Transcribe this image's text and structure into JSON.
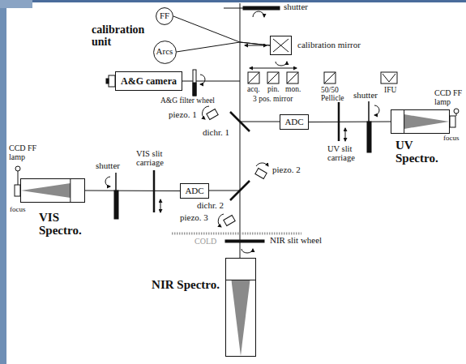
{
  "diagram": {
    "nodes": [
      {
        "text": [
          "FF"
        ]
      },
      {
        "text": [
          "Arcs"
        ]
      },
      {
        "text": [
          "calibration mirror"
        ]
      },
      {
        "text": [
          "A&G camera"
        ]
      },
      {
        "text": [
          "ADC"
        ]
      },
      {
        "text": [
          "UV Spectro."
        ]
      },
      {
        "text": [
          "ADC"
        ]
      },
      {
        "text": [
          "VIS Spectro."
        ]
      },
      {
        "text": [
          "NIR Spectro."
        ]
      }
    ],
    "edges": [
      {
        "from": 0,
        "to": 2,
        "arrow": "none"
      },
      {
        "from": 1,
        "to": 2,
        "arrow": "none"
      },
      {
        "from": 4,
        "to": 5,
        "arrow": "none"
      },
      {
        "from": 6,
        "to": 7,
        "arrow": "none"
      }
    ],
    "labels": [
      "shutter",
      "calibration unit",
      "A&G filter wheel",
      "acq.",
      "pin.",
      "mon.",
      "3 pos. mirror",
      "50/50 Pellicle",
      "IFU",
      "CCD FF lamp",
      "focus",
      "piezo. 1",
      "dichr. 1",
      "UV slit carriage",
      "shutter",
      "CCD FF lamp",
      "focus",
      "shutter",
      "VIS slit carriage",
      "piezo. 2",
      "dichr. 2",
      "piezo. 3",
      "COLD",
      "NIR slit wheel"
    ]
  }
}
